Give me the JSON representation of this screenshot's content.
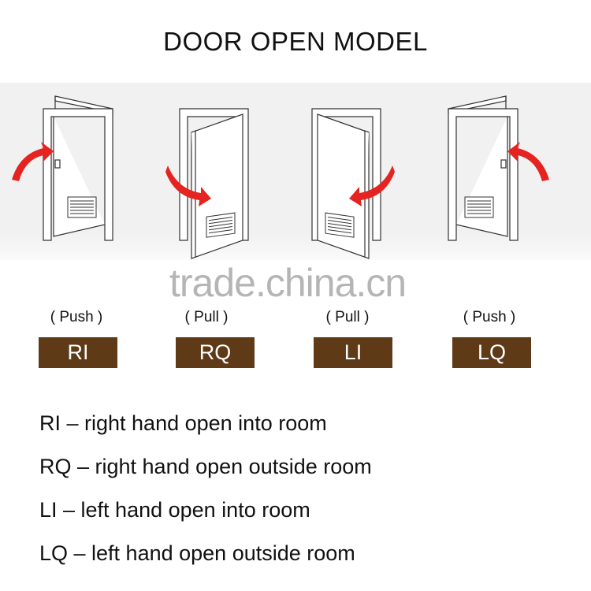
{
  "title": "DOOR OPEN MODEL",
  "watermark": "trade.china.cn",
  "doors": [
    {
      "code": "RI",
      "action": "( Push )",
      "icon": "door-push-right-icon"
    },
    {
      "code": "RQ",
      "action": "( Pull )",
      "icon": "door-pull-right-icon"
    },
    {
      "code": "LI",
      "action": "( Pull )",
      "icon": "door-pull-left-icon"
    },
    {
      "code": "LQ",
      "action": "( Push )",
      "icon": "door-push-left-icon"
    }
  ],
  "legend": [
    "RI – right hand open into room",
    "RQ – right hand open outside room",
    "LI – left hand open into room",
    "LQ – left hand open outside room"
  ],
  "colors": {
    "badge": "#5e3a17",
    "arrow": "#e52421",
    "band": "#f1f1f1"
  }
}
